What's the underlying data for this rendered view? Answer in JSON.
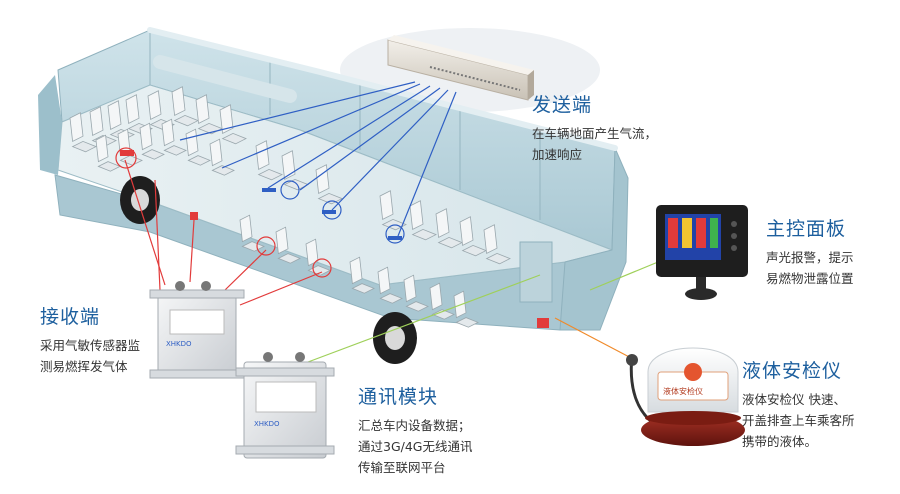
{
  "labels": {
    "sender": {
      "title": "发送端",
      "lines": [
        "在车辆地面产生气流，",
        "加速响应"
      ]
    },
    "receiver": {
      "title": "接收端",
      "lines": [
        "采用气敏传感器监",
        "测易燃挥发气体"
      ]
    },
    "comm": {
      "title": "通讯模块",
      "lines": [
        "汇总车内设备数据；",
        "通过3G/4G无线通讯",
        "传输至联网平台"
      ]
    },
    "control": {
      "title": "主控面板",
      "lines": [
        "声光报警，提示",
        "易燃物泄露位置"
      ]
    },
    "liquid": {
      "title": "液体安检仪",
      "lines": [
        "液体安检仪  快速、",
        "开盖排查上车乘客所",
        "携带的液体。"
      ]
    }
  },
  "device_text": {
    "receiver_brand": "XHKDO",
    "comm_brand": "XHKDO",
    "liquid_badge": "液体安检仪"
  },
  "colors": {
    "title": "#1d5f9e",
    "bus_body": "#b9d6e0",
    "bus_side": "#9fc0cc",
    "line_red": "#e23b3b",
    "line_blue": "#2f5fc4",
    "line_green": "#9fd05a",
    "line_orange": "#f08a2a"
  }
}
